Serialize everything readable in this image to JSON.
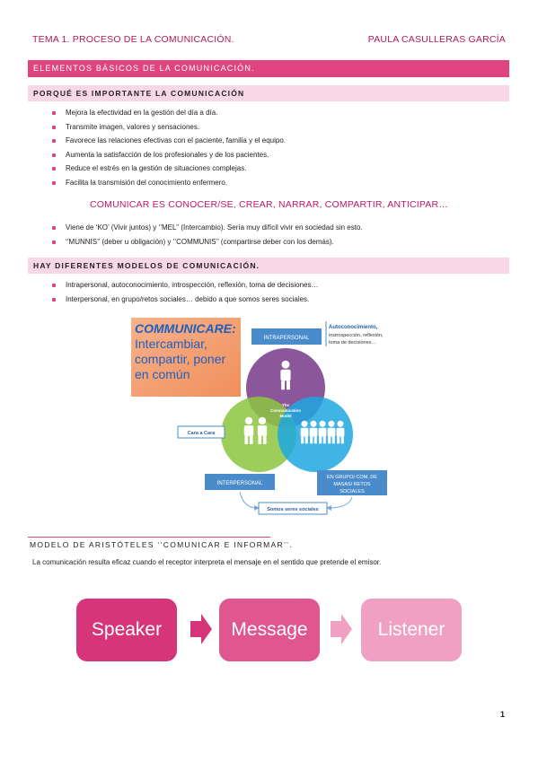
{
  "header": {
    "left": "TEMA 1. PROCESO DE LA COMUNICACIÓN.",
    "right": "PAULA CASULLERAS GARCÍA"
  },
  "section_main": {
    "title": "ELEMENTOS BÁSICOS DE LA COMUNICACIÓN."
  },
  "section_importance": {
    "title": "PORQUÉ ES IMPORTANTE LA COMUNICACIÓN",
    "items": [
      "Mejora la efectividad en la gestión del día a día.",
      "Transmite imagen, valores y sensaciones.",
      "Favorece las relaciones efectivas con el paciente, familia y el equipo.",
      "Aumenta la satisfacción de los profesionales y de los pacientes.",
      "Reduce el estrés en la gestión de situaciones complejas.",
      "Facilita la transmisión del conocimiento enfermero."
    ],
    "highlight": "COMUNICAR ES CONOCER/SE, CREAR, NARRAR, COMPARTIR, ANTICIPAR…",
    "etymology": [
      "Viene de ‘KO’ (Vivir juntos) y ‘’MEL’’ (Intercambio). Sería muy difícil vivir en sociedad sin esto.",
      "‘’MUNNIS’’ (deber u obligación) y ‘’COMMUNIS’’ (compartirse deber con los demás)."
    ]
  },
  "section_models": {
    "title": "HAY DIFERENTES MODELOS DE COMUNICACIÓN.",
    "items": [
      "Intrapersonal, autoconocimiento, introspección, reflexión, toma de decisiones…",
      "Interpersonal, en grupo/retos sociales… debido a que somos seres sociales."
    ]
  },
  "diagram": {
    "communicare_title": "COMMUNICARE:",
    "communicare_text": [
      "Intercambiar,",
      "compartir, poner",
      "en común"
    ],
    "intrapersonal": "INTRAPERSONAL",
    "intra_desc": [
      "Autoconocimiento,",
      "instrospección, reflexión,",
      "toma de decisiones…"
    ],
    "center": [
      "The",
      "Communication",
      "Model"
    ],
    "cara": "Cara a Cara",
    "interpersonal": "INTERPERSONAL",
    "grupo": [
      "EN GRUPO/ COM. DE",
      "MASAS/ RETOS",
      "SOCIALES"
    ],
    "seres": "Somos seres sociales",
    "colors": {
      "purple": "#7b3f8c",
      "green": "#8cc63f",
      "blue": "#1ea7e1",
      "box": "#4a8ccb"
    }
  },
  "section_aristotle": {
    "title": "MODELO DE ARISTÓTELES ‘’COMUNICAR E INFORMAR’’.",
    "text": "La comunicación resulta eficaz cuando el receptor interpreta el mensaje en el sentido que pretende el emisor.",
    "flow": [
      "Speaker",
      "Message",
      "Listener"
    ],
    "colors": [
      "#d6357a",
      "#e0568f",
      "#f0a0c2"
    ]
  },
  "page_number": "1"
}
